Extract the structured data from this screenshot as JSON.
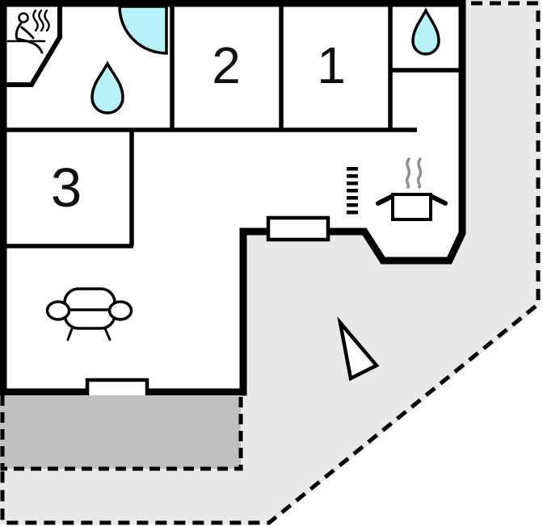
{
  "floorplan": {
    "rooms": {
      "r1": {
        "label": "1"
      },
      "r2": {
        "label": "2"
      },
      "r3": {
        "label": "3"
      }
    },
    "colors": {
      "wall": "#000000",
      "room_fill": "#ffffff",
      "water": "#b6f2f7",
      "terrace_light": "#e9e9e9",
      "terrace_dark": "#c0c0c0",
      "steam": "#8f8f8f"
    },
    "icons": {
      "sauna": "person-on-bench-with-steam",
      "shower": "quarter-circle-door-swing",
      "bathroom_drop": "water-droplet",
      "wc_drop": "water-droplet",
      "stove": "dashed-heater-bars",
      "pot": "cooking-pot-with-steam",
      "sofa": "two-seat-sofa",
      "north_arrow": "triangle-pointer"
    }
  }
}
